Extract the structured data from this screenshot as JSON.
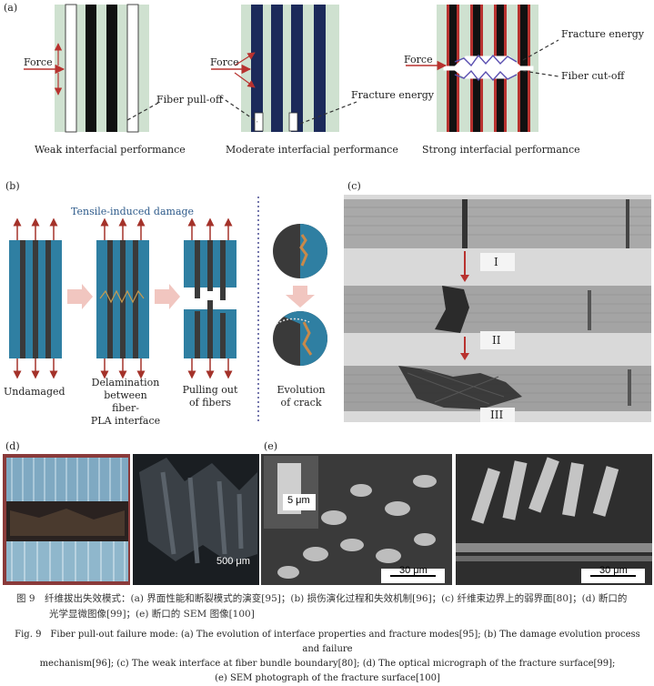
{
  "panel_a": {
    "letter": "(a)",
    "force": "Force",
    "fiber_pull_off": "Fiber pull-off",
    "fracture_energy_mid": "Fracture energy",
    "fracture_energy_right": "Fracture energy",
    "fiber_cut_off": "Fiber cut-off",
    "captions": [
      "Weak interfacial performance",
      "Moderate interfacial performance",
      "Strong interfacial performance"
    ],
    "colors": {
      "matrix": "#cfe1d0",
      "red": "#b8322f",
      "navy": "#1c2a5a"
    }
  },
  "panel_b": {
    "letter": "(b)",
    "title": "Tensile-induced damage",
    "labels": {
      "undamaged": "Undamaged",
      "delamination": [
        "Delamination",
        "between fiber-",
        "PLA interface"
      ],
      "pulling": [
        "Pulling out",
        "of fibers"
      ],
      "evolution": [
        "Evolution",
        "of crack"
      ]
    },
    "colors": {
      "fiber": "#2f7fa2",
      "arrow": "#a4322a",
      "title": "#2d5a8a"
    }
  },
  "panel_c": {
    "letter": "(c)",
    "stages": [
      "I",
      "II",
      "III"
    ]
  },
  "panel_d": {
    "letter": "(d)",
    "scale": "500 μm"
  },
  "panel_e": {
    "letter": "(e)",
    "inset_scale": "5 μm",
    "scale_left": "30 μm",
    "scale_right": "30 μm"
  },
  "caption": {
    "cn_line1": "图 9　纤维拔出失效模式：(a) 界面性能和断裂模式的演变[95]；(b) 损伤演化过程和失效机制[96]；(c) 纤维束边界上的弱界面[80]；(d) 断口的",
    "cn_line2": "光学显微图像[99]；(e) 断口的 SEM 图像[100]",
    "en_line1": "Fig. 9　Fiber pull-out failure mode: (a) The evolution of interface properties and fracture modes[95]; (b) The damage evolution process and failure",
    "en_line2": "mechanism[96]; (c) The weak interface at fiber bundle boundary[80]; (d) The optical micrograph of the fracture surface[99];",
    "en_line3": "(e) SEM photograph of the fracture surface[100]"
  }
}
